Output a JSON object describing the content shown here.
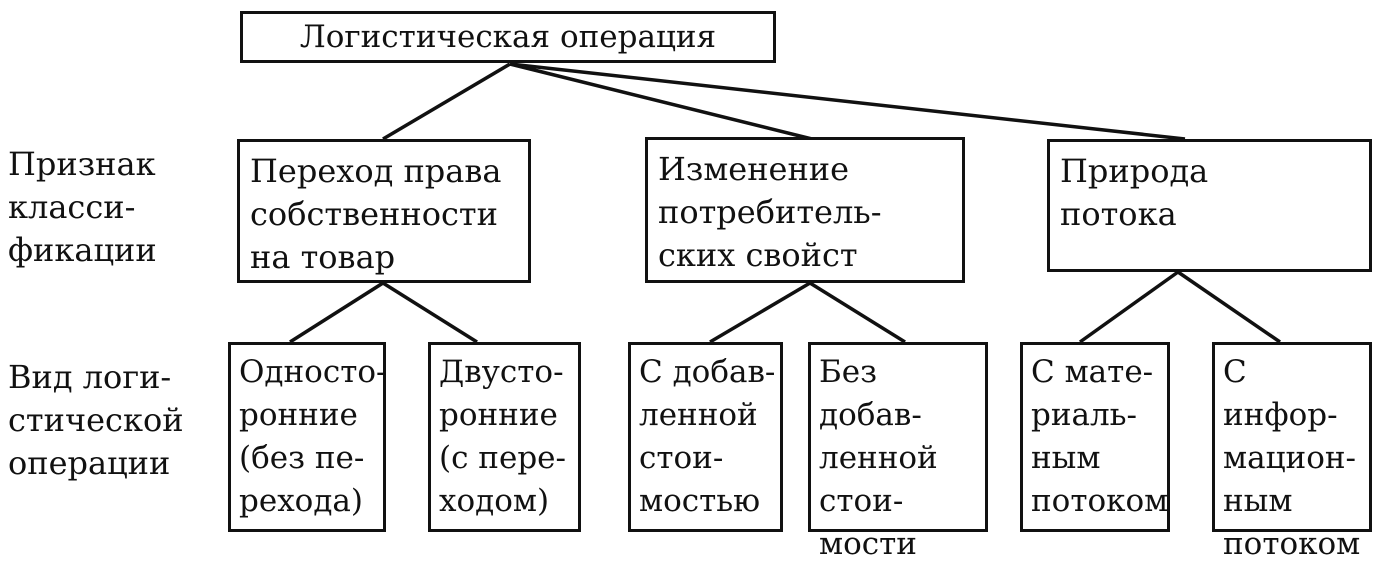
{
  "root": "Логистическая операция",
  "side_labels": {
    "criterion": "Признак\nкласси-\nфикации",
    "type": "Вид логи-\nстической\nоперации"
  },
  "categories": [
    {
      "label": "Переход права\nсобственности\nна товар"
    },
    {
      "label": "Изменение\nпотребитель-\nских свойст"
    },
    {
      "label": "Природа\nпотока"
    }
  ],
  "leaves": [
    {
      "label": "Односто-\nронние\n(без пе-\nрехода)"
    },
    {
      "label": "Двусто-\nронние\n(с пере-\nходом)"
    },
    {
      "label": "С добав-\nленной\nстои-\nмостью"
    },
    {
      "label": "Без добав-\nленной\nстои-\nмости"
    },
    {
      "label": "С мате-\nриаль-\nным\nпотоком"
    },
    {
      "label": "С инфор-\nмацион-\nным\nпотоком"
    }
  ]
}
